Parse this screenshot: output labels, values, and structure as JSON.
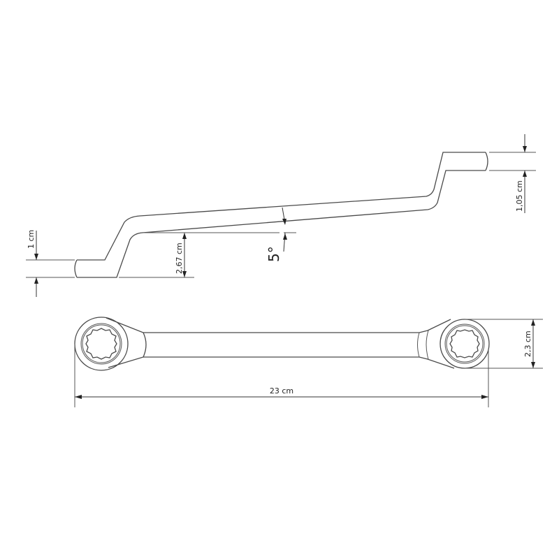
{
  "drawing": {
    "subject": "double-offset ring wrench technical drawing",
    "side_view": {
      "dimensions": {
        "left_head_thickness": "1 cm",
        "offset_height": "2,67 cm",
        "offset_angle": "5°",
        "right_head_thickness": "1,05 cm"
      }
    },
    "top_view": {
      "dimensions": {
        "head_width": "2,3 cm",
        "overall_length": "23 cm"
      },
      "ring_profile": "12-point"
    }
  },
  "colors": {
    "background": "#ffffff",
    "line": "#4a4a4a",
    "dimension": "#222222"
  }
}
